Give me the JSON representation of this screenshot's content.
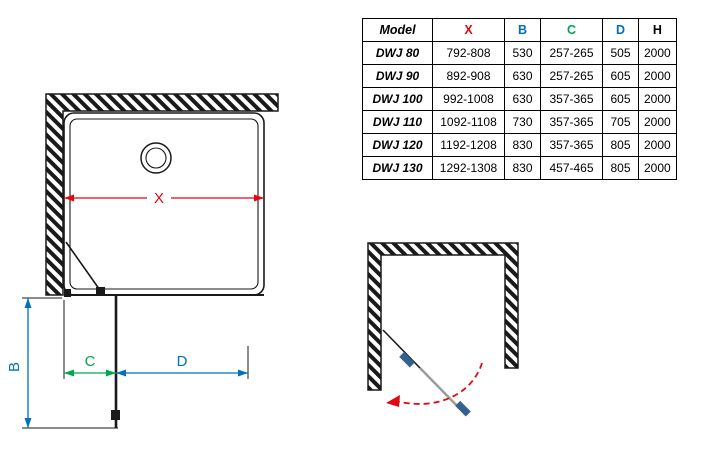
{
  "colors": {
    "red": "#e30613",
    "blue": "#0070c0",
    "green": "#00a651",
    "black": "#000000",
    "door_gray": "#999999",
    "hardware_blue": "#34618e"
  },
  "spec_table": {
    "columns": [
      {
        "key": "model",
        "label": "Model",
        "color": "#000000"
      },
      {
        "key": "x",
        "label": "X",
        "color": "#e30613"
      },
      {
        "key": "b",
        "label": "B",
        "color": "#0070c0"
      },
      {
        "key": "c",
        "label": "C",
        "color": "#00a651"
      },
      {
        "key": "d",
        "label": "D",
        "color": "#0070c0"
      },
      {
        "key": "h",
        "label": "H",
        "color": "#000000"
      }
    ],
    "rows": [
      {
        "model": "DWJ 80",
        "x": "792-808",
        "b": "530",
        "c": "257-265",
        "d": "505",
        "h": "2000"
      },
      {
        "model": "DWJ 90",
        "x": "892-908",
        "b": "630",
        "c": "257-265",
        "d": "605",
        "h": "2000"
      },
      {
        "model": "DWJ 100",
        "x": "992-1008",
        "b": "630",
        "c": "357-365",
        "d": "605",
        "h": "2000"
      },
      {
        "model": "DWJ 110",
        "x": "1092-1108",
        "b": "730",
        "c": "357-365",
        "d": "705",
        "h": "2000"
      },
      {
        "model": "DWJ 120",
        "x": "1192-1208",
        "b": "830",
        "c": "357-365",
        "d": "805",
        "h": "2000"
      },
      {
        "model": "DWJ 130",
        "x": "1292-1308",
        "b": "830",
        "c": "457-465",
        "d": "805",
        "h": "2000"
      }
    ]
  },
  "main_diagram": {
    "labels": {
      "x": "X",
      "b": "B",
      "c": "C",
      "d": "D"
    }
  }
}
